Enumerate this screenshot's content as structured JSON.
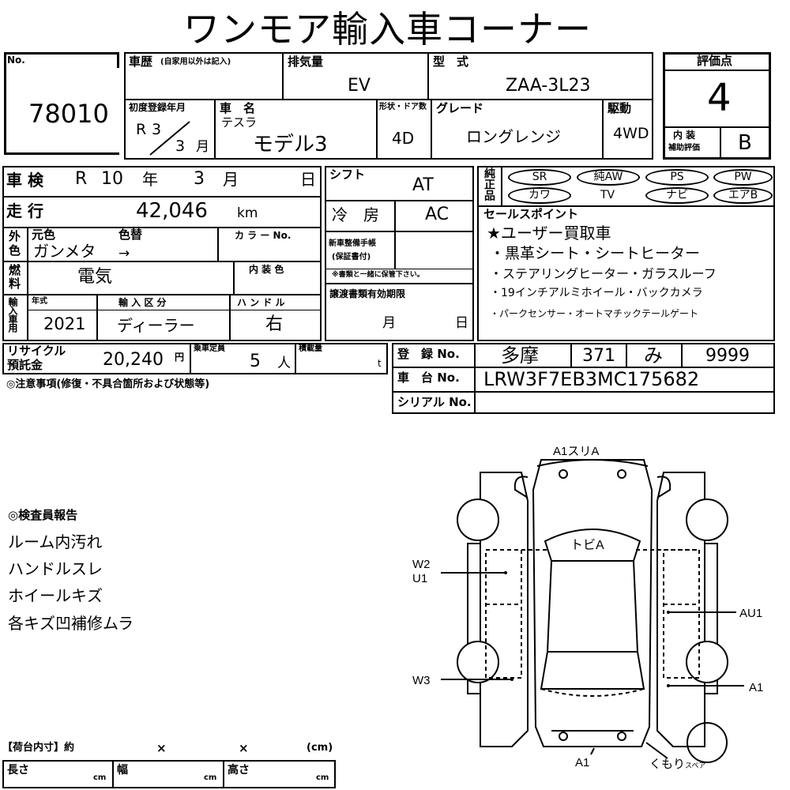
{
  "header": {
    "title": "ワンモア輸入車コーナー"
  },
  "lot": {
    "no_label": "No.",
    "no": "78010"
  },
  "history": {
    "label": "車歴",
    "note": "(自家用以外は記入)"
  },
  "displacement": {
    "label": "排気量",
    "value": "EV"
  },
  "model_code": {
    "label": "型　式",
    "value": "ZAA-3L23"
  },
  "score": {
    "label": "評価点",
    "value": "4",
    "interior_label": "内 装",
    "interior_sub": "補助評価",
    "interior_value": "B"
  },
  "first_reg": {
    "label": "初度登録年月",
    "era": "R",
    "year": "3",
    "month": "3",
    "month_unit": "月"
  },
  "car_name": {
    "label": "車　名",
    "maker": "テスラ",
    "model": "モデル3"
  },
  "doors": {
    "label": "形状・ドア数",
    "value": "4D"
  },
  "grade": {
    "label": "グレード",
    "value": "ロングレンジ"
  },
  "drive": {
    "label": "駆動",
    "value": "4WD"
  },
  "inspection": {
    "label": "車 検",
    "era": "R",
    "year": "10",
    "year_unit": "年",
    "month": "3",
    "month_unit": "月",
    "day_unit": "日"
  },
  "shift": {
    "label": "シフト",
    "value": "AT"
  },
  "mileage": {
    "label": "走 行",
    "value": "42,046",
    "unit": "km"
  },
  "aircon": {
    "label": "冷　房",
    "value": "AC"
  },
  "exterior": {
    "label1": "外",
    "label2": "色",
    "orig_label": "元色",
    "change_label": "色替",
    "value": "ガンメタ",
    "arrow": "→",
    "color_no_label": "カ ラ ー No."
  },
  "fuel": {
    "label1": "燃",
    "label2": "料",
    "value": "電気",
    "interior_color_label": "内 装 色"
  },
  "maintenance": {
    "label1": "新車整備手帳",
    "label2": "(保証書付)",
    "note": "※書類と一緒に保管下さい。"
  },
  "import": {
    "label": "輸入車用",
    "year_label": "年式",
    "year": "2021",
    "category_label": "輸 入 区 分",
    "category": "ディーラー",
    "handle_label": "ハ ン ド ル",
    "handle": "右"
  },
  "transfer": {
    "label": "譲渡書類有効期限",
    "month_unit": "月",
    "day_unit": "日"
  },
  "recycle": {
    "label1": "リサイクル",
    "label2": "預託金",
    "value": "20,240",
    "unit": "円"
  },
  "capacity": {
    "label": "乗車定員",
    "value": "5",
    "unit": "人",
    "load_label": "積載量",
    "load_unit": "t"
  },
  "equipment": {
    "label": "純正品",
    "row1": [
      "SR",
      "純AW",
      "PS",
      "PW"
    ],
    "row2": [
      "カワ",
      "TV",
      "ナビ",
      "エアB"
    ]
  },
  "sales_points": {
    "label": "セールスポイント",
    "items": [
      "★ユーザー買取車",
      "・黒革シート・シートヒーター",
      "・ステアリングヒーター・ガラスルーフ",
      "・19インチアルミホイール・バックカメラ",
      "・パークセンサー・オートマチックテールゲート"
    ]
  },
  "registration": {
    "label": "登　録 No.",
    "region": "多摩",
    "class": "371",
    "kana": "み",
    "number": "9999"
  },
  "vin": {
    "label": "車　台 No.",
    "value": "LRW3F7EB3MC175682"
  },
  "serial": {
    "label": "シリアル No."
  },
  "notes": {
    "label": "◎注意事項(修復・不具合箇所および状態等)"
  },
  "inspector": {
    "label": "◎検査員報告",
    "items": [
      "ルーム内汚れ",
      "ハンドルスレ",
      "ホイールキズ",
      "各キズ凹補修ムラ"
    ]
  },
  "diagram": {
    "front": "A1スリA",
    "roof": "トビA",
    "left_front": "W2",
    "left_front2": "U1",
    "right_mid": "AU1",
    "left_rear": "W3",
    "right_rear": "A1",
    "bottom": "A1",
    "cloud": "くもり",
    "cloud_sub": "スペア"
  },
  "cargo": {
    "label": "【荷台内寸】約",
    "x1": "×",
    "x2": "×",
    "unit": "(cm)",
    "length": "長さ",
    "width": "幅",
    "height": "高さ",
    "cm": "cm"
  }
}
